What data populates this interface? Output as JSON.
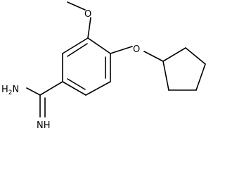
{
  "molecule": {
    "atoms": {
      "methoxy_oxygen": "O",
      "ether_oxygen": "O",
      "amine_group": "H2N",
      "imine_group": "NH"
    },
    "amine_parts": {
      "h": "H",
      "sub": "2",
      "n": "N"
    }
  },
  "colors": {
    "bond": "#000000",
    "text": "#000000",
    "background": "#ffffff"
  }
}
